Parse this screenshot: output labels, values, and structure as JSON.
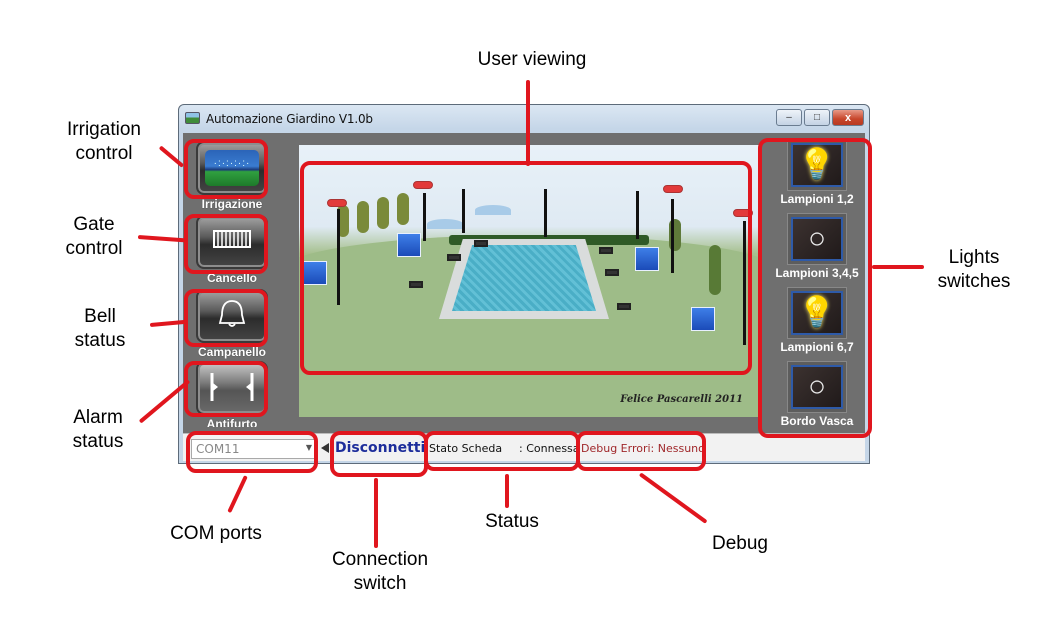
{
  "window": {
    "title": "Automazione Giardino V1.0b",
    "controls": {
      "minimize": "–",
      "maximize": "□",
      "close": "x"
    }
  },
  "left_controls": [
    {
      "id": "irrigation",
      "label": "Irrigazione",
      "icon": "sprinkler-icon"
    },
    {
      "id": "gate",
      "label": "Cancello",
      "icon": "gate-icon"
    },
    {
      "id": "bell",
      "label": "Campanello",
      "icon": "bell-icon"
    },
    {
      "id": "alarm",
      "label": "Antifurto",
      "icon": "alarm-icon"
    }
  ],
  "viewer": {
    "signature": "Felice Pascarelli 2011"
  },
  "lights": [
    {
      "label": "Lampioni 1,2",
      "state": "on"
    },
    {
      "label": "Lampioni 3,4,5",
      "state": "off"
    },
    {
      "label": "Lampioni 6,7",
      "state": "on"
    },
    {
      "label": "Bordo Vasca",
      "state": "off"
    }
  ],
  "statusbar": {
    "com_port": "COM11",
    "connection_button": "Disconnetti",
    "status_label": "Stato Scheda",
    "status_value": ": Connessa",
    "debug": "Debug Errori: Nessuno"
  },
  "annotations": {
    "user_viewing": "User viewing",
    "irrigation": "Irrigation\ncontrol",
    "gate": "Gate\ncontrol",
    "bell": "Bell\nstatus",
    "alarm": "Alarm\nstatus",
    "lights": "Lights\nswitches",
    "com_ports": "COM ports",
    "connection": "Connection\nswitch",
    "status": "Status",
    "debug": "Debug"
  },
  "colors": {
    "annotation_red": "#e0161e",
    "disconnect_blue": "#1d2d9b",
    "debug_red": "#a0282b",
    "bulb_on": "#f5e21a"
  }
}
